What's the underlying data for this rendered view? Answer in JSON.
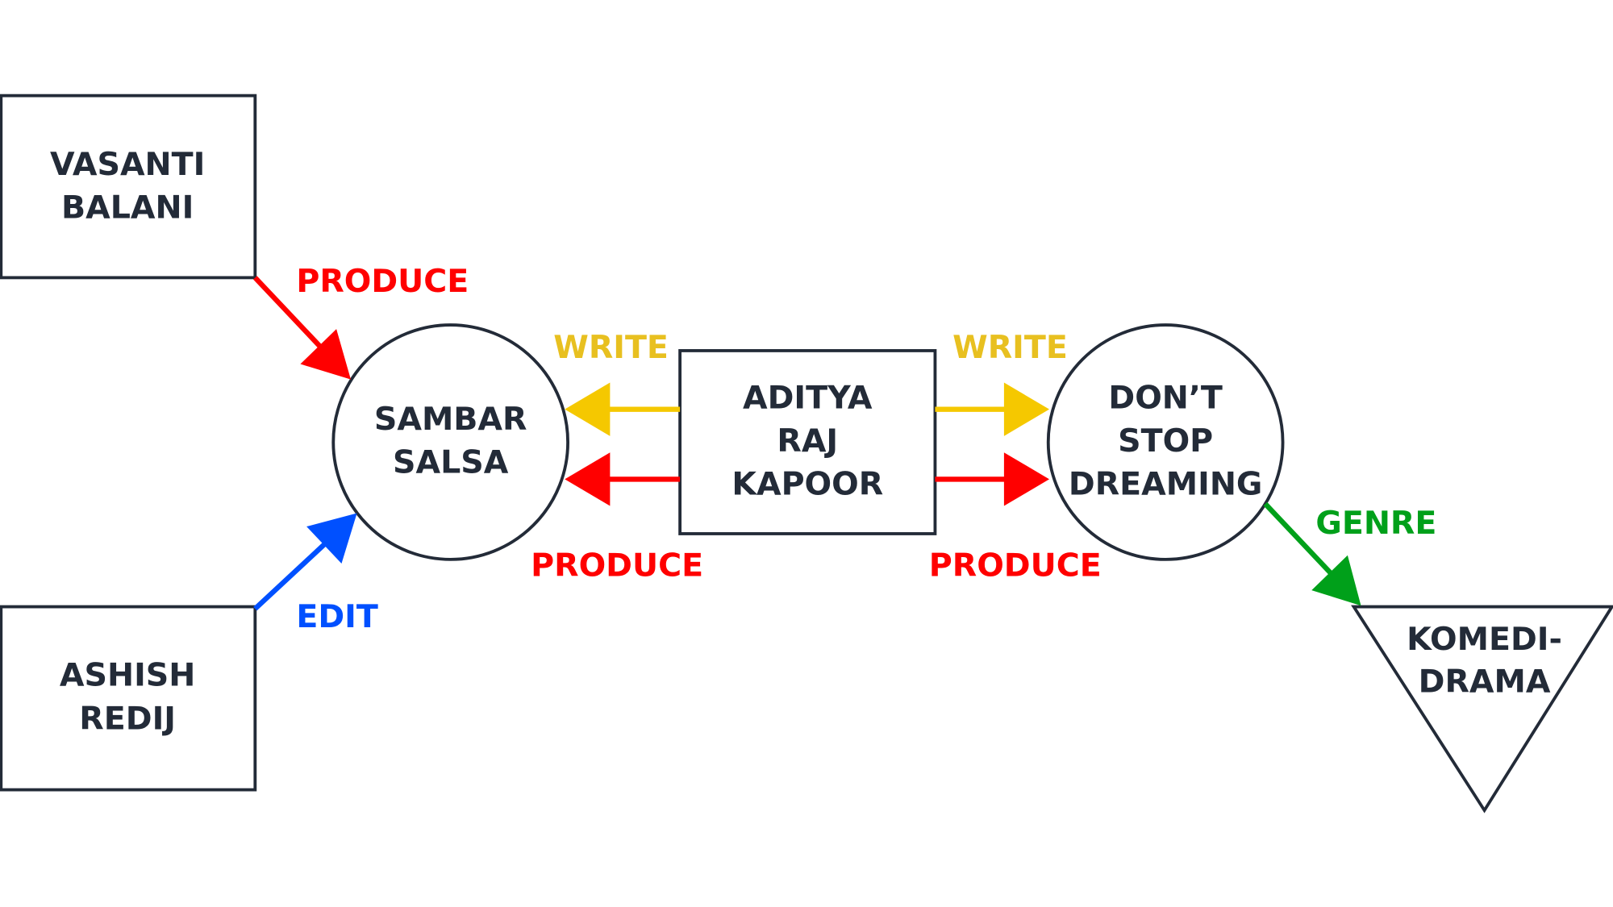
{
  "colors": {
    "node": "#232b38",
    "produce": "#ff0000",
    "write": "#f5c800",
    "write_text": "#e8c020",
    "edit": "#0050ff",
    "genre": "#00a01a"
  },
  "nodes": {
    "vasanti": [
      "VASANTI",
      "BALANI"
    ],
    "ashish": [
      "ASHISH",
      "REDIJ"
    ],
    "sambar": [
      "SAMBAR",
      "SALSA"
    ],
    "aditya": [
      "ADITYA",
      "RAJ",
      "KAPOOR"
    ],
    "dont_stop": [
      "DON’T",
      "STOP",
      "DREAMING"
    ],
    "komedi": [
      "KOMEDI-",
      "DRAMA"
    ]
  },
  "edges": {
    "vasanti_produce": "PRODUCE",
    "ashish_edit": "EDIT",
    "aditya_write_sambar": "WRITE",
    "aditya_produce_sambar": "PRODUCE",
    "aditya_write_dont": "WRITE",
    "aditya_produce_dont": "PRODUCE",
    "dont_genre": "GENRE"
  }
}
